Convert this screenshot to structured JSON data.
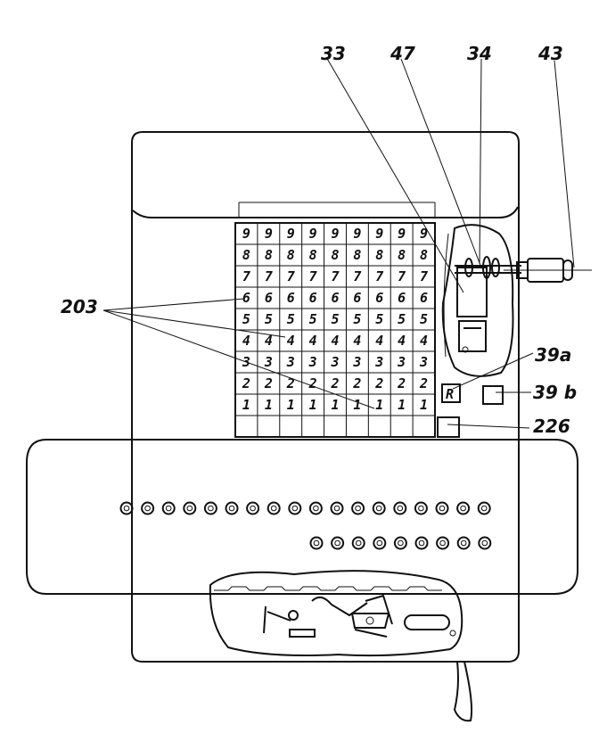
{
  "figure": {
    "reference_labels": {
      "r33": "33",
      "r47": "47",
      "r34": "34",
      "r43": "43",
      "r203": "203",
      "r39a": "39a",
      "r39b": "39 b",
      "r226": "226"
    },
    "keyboard": {
      "columns": 9,
      "rows": [
        "9",
        "8",
        "7",
        "6",
        "5",
        "4",
        "3",
        "2",
        "1"
      ]
    },
    "reset_key_letter": "R",
    "front_dials": {
      "upper_row_count": 18,
      "lower_row_count": 9
    }
  }
}
